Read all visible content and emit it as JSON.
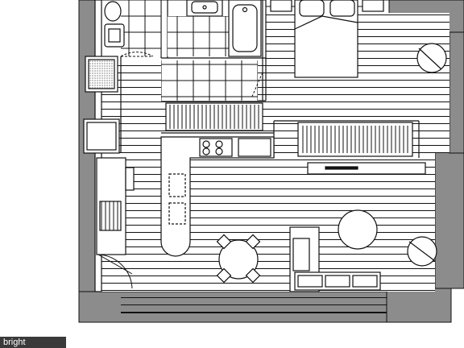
{
  "plan": {
    "wall_color": "#8c8c8c",
    "line_color": "#111111",
    "floor_color": "#ffffff",
    "rooms": [
      "living-area",
      "bedroom",
      "bathroom",
      "kitchen",
      "closet",
      "entry"
    ]
  },
  "watermark": {
    "text": "bright",
    "color": "#3a3a3a"
  }
}
